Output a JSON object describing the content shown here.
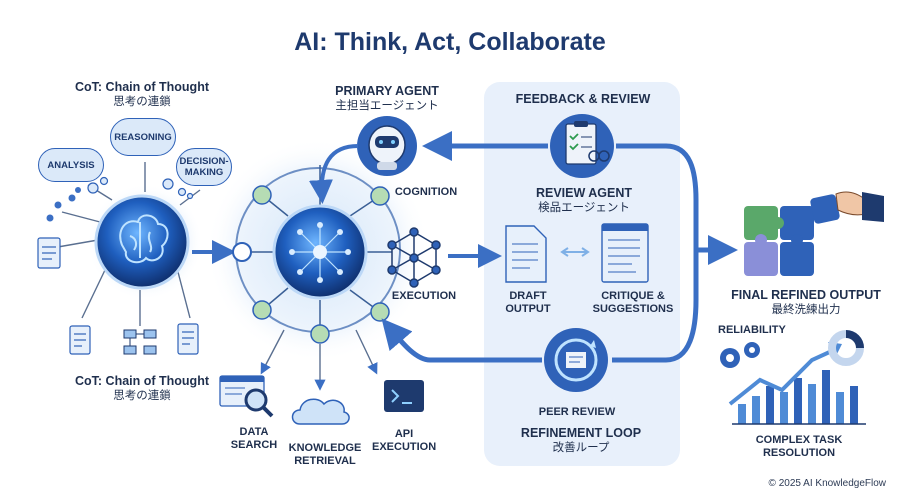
{
  "title": "AI: Think, Act, Collaborate",
  "cot": {
    "title_top": "CoT: Chain of Thought",
    "title_top_jp": "思考の連鎖",
    "title_bottom": "CoT: Chain of Thought",
    "title_bottom_jp": "思考の連鎖",
    "bubbles": {
      "analysis": "ANALYSIS",
      "reasoning": "REASONING",
      "decision": "DECISION-MAKING"
    }
  },
  "agent": {
    "title": "PRIMARY AGENT",
    "title_jp": "主担当エージェント",
    "cognition": "COGNITION",
    "execution": "EXECUTION"
  },
  "tools": {
    "data_search": "DATA SEARCH",
    "knowledge": "KNOWLEDGE RETRIEVAL",
    "api": "API EXECUTION"
  },
  "feedback": {
    "title": "FEEDBACK & REVIEW",
    "review_agent": "REVIEW AGENT",
    "review_agent_jp": "検品エージェント",
    "draft": "DRAFT OUTPUT",
    "critique": "CRITIQUE & SUGGESTIONS",
    "peer_review": "PEER REVIEW",
    "refinement": "REFINEMENT LOOP",
    "refinement_jp": "改善ループ"
  },
  "output": {
    "title": "FINAL REFINED OUTPUT",
    "title_jp": "最終洗練出力",
    "reliability": "RELIABILITY",
    "resolution": "COMPLEX TASK RESOLUTION"
  },
  "copyright": "© 2025 AI KnowledgeFlow",
  "colors": {
    "accent": "#2f62b8",
    "dark": "#1e3a6e",
    "panel": "#e8f0fb",
    "glow": "#cfe3f8",
    "node_green": "#b6dcb4"
  }
}
